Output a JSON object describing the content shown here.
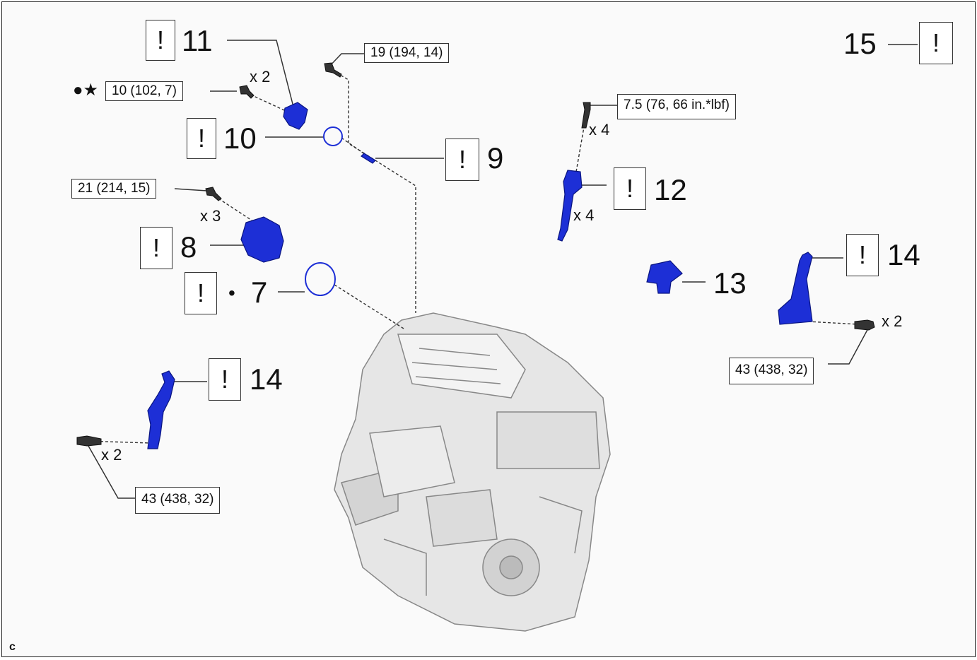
{
  "diagram": {
    "corner_label": "c",
    "warning_symbol": "!",
    "part_numbers": {
      "p7": "7",
      "p8": "8",
      "p9": "9",
      "p10": "10",
      "p11": "11",
      "p12": "12",
      "p13": "13",
      "p14a": "14",
      "p14b": "14",
      "p15": "15"
    },
    "torques": {
      "t19": "19 (194, 14)",
      "t10": "10 (102, 7)",
      "t21": "21 (214, 15)",
      "t75": "7.5 (76, 66 in.*lbf)",
      "t43a": "43 (438, 32)",
      "t43b": "43 (438, 32)"
    },
    "quantities": {
      "q11": "x 2",
      "q21": "x 3",
      "q12a": "x 4",
      "q12b": "x 4",
      "q14r": "x 2",
      "q14l": "x 2"
    },
    "marks": {
      "dot_star": "●★",
      "dot": "•"
    },
    "colors": {
      "part_blue": "#1d2fd6",
      "engine_grey": "#d8d8d8",
      "line": "#333333"
    }
  }
}
